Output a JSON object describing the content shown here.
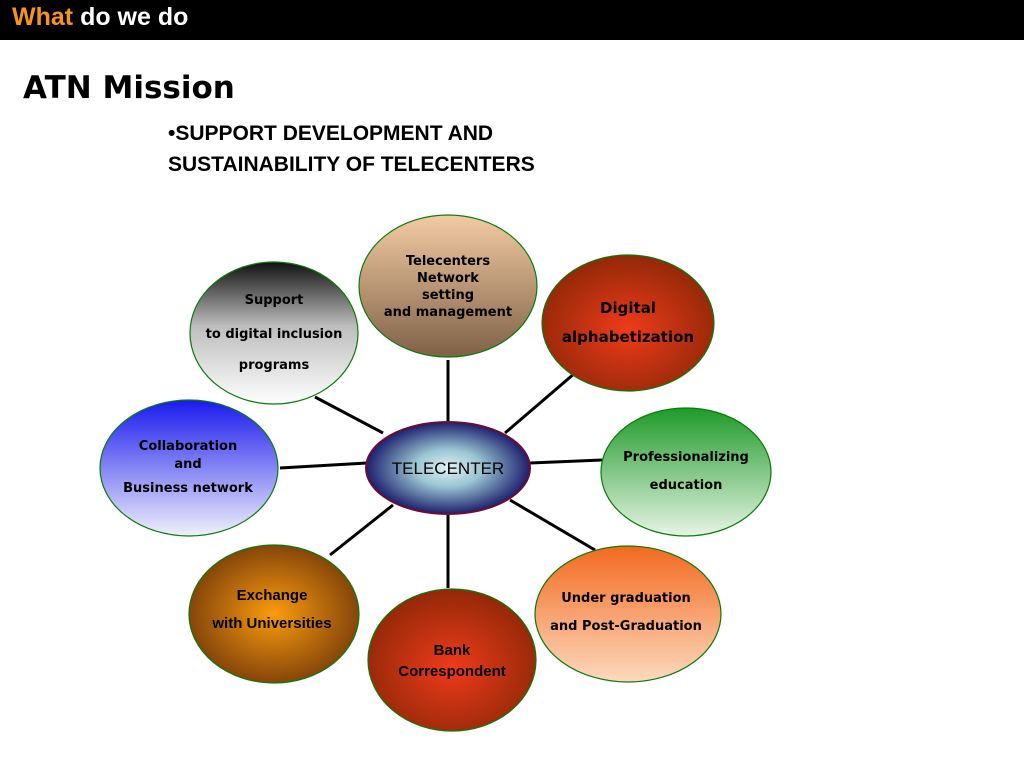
{
  "header": {
    "title_highlight": "What",
    "title_rest": "do we do",
    "highlight_color": "#f7941d"
  },
  "slide": {
    "title": "ATN Mission",
    "subtitle_line1": "•SUPPORT DEVELOPMENT AND",
    "subtitle_line2": "SUSTAINABILITY OF TELECENTERS"
  },
  "diagram": {
    "center": {
      "label": "TELECENTER"
    },
    "nodes": [
      {
        "id": "network",
        "lines": [
          "Telecenters",
          "Network",
          "setting",
          "and management"
        ]
      },
      {
        "id": "digital",
        "lines": [
          "Digital",
          "alphabetization"
        ]
      },
      {
        "id": "professional",
        "lines": [
          "Professionalizing",
          "education"
        ]
      },
      {
        "id": "graduation",
        "lines": [
          "Under graduation",
          "and Post-Graduation"
        ]
      },
      {
        "id": "bank",
        "lines": [
          "Bank",
          "Correspondent"
        ]
      },
      {
        "id": "exchange",
        "lines": [
          "Exchange",
          "with Universities"
        ]
      },
      {
        "id": "collaboration",
        "lines": [
          "Collaboration",
          "and",
          "Business network"
        ]
      },
      {
        "id": "support",
        "lines": [
          "Support",
          "to digital inclusion",
          "programs"
        ]
      }
    ]
  }
}
